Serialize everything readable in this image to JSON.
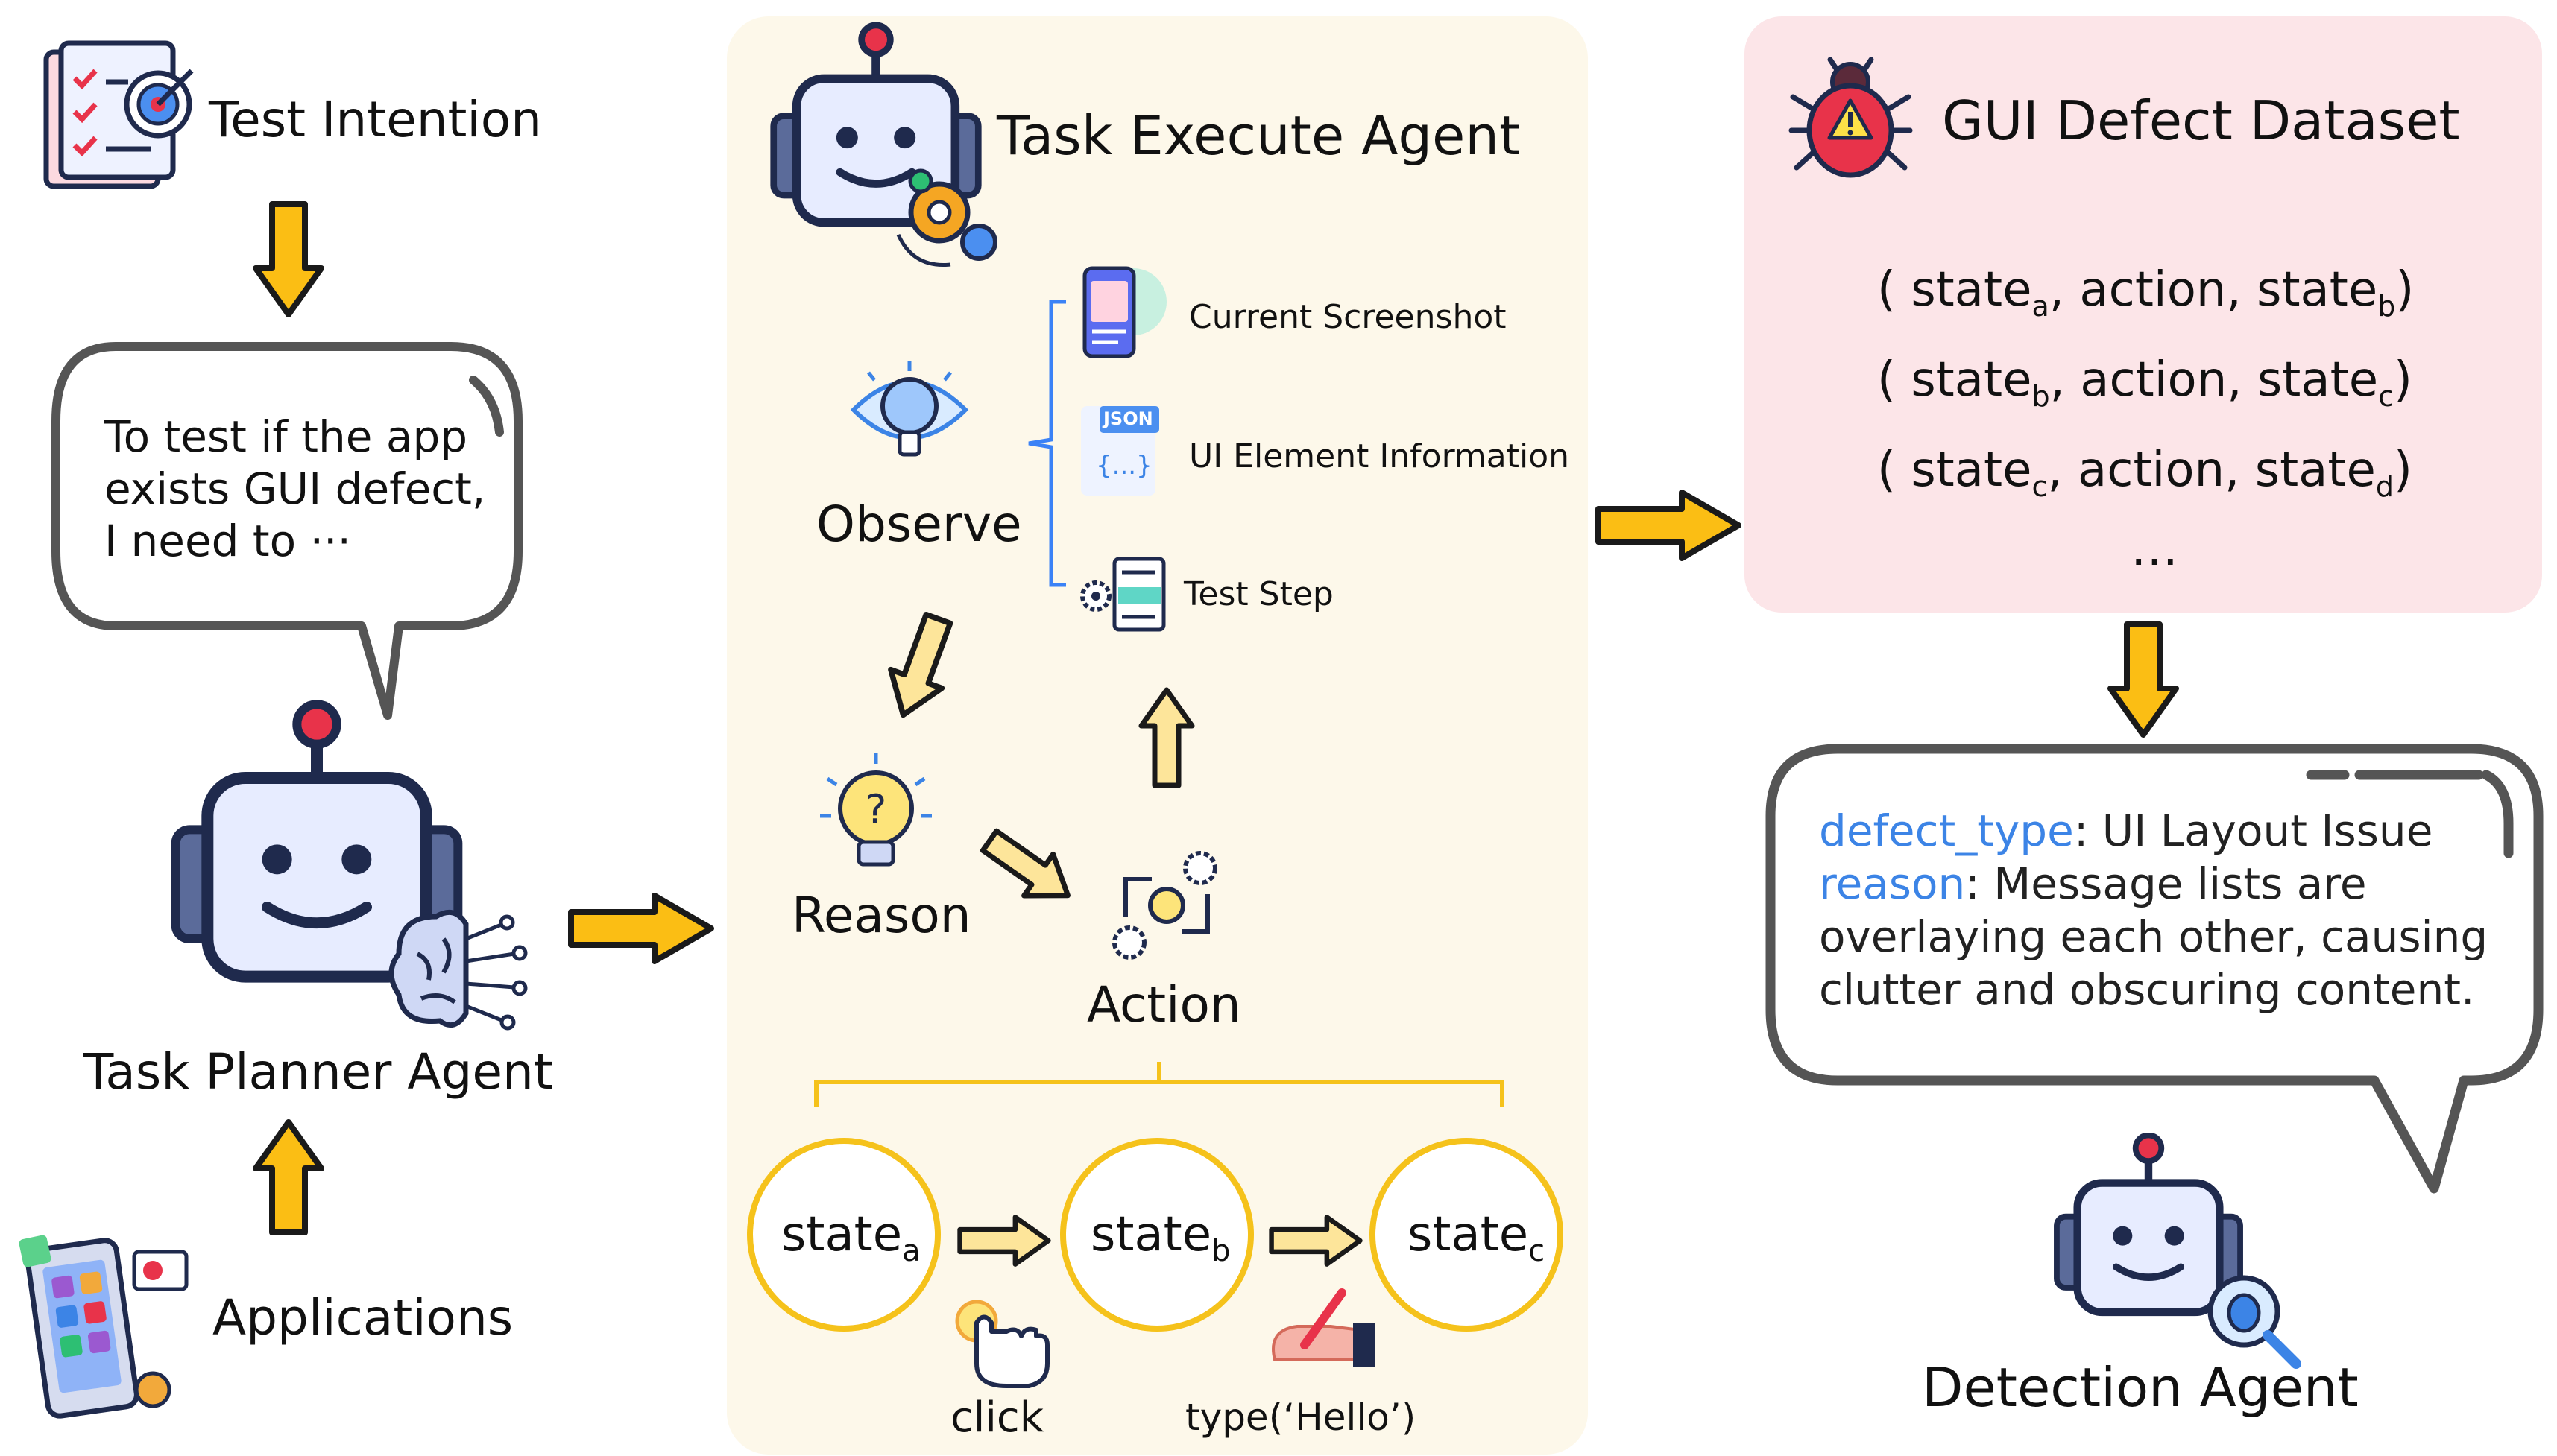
{
  "left": {
    "test_intention": "Test Intention",
    "speech": [
      "To test if the app",
      "exists GUI defect,",
      "I need to ···"
    ],
    "planner_label": "Task Planner Agent",
    "applications": "Applications"
  },
  "middle": {
    "title": "Task Execute Agent",
    "observe": "Observe",
    "reason": "Reason",
    "action": "Action",
    "items": [
      "Current Screenshot",
      "UI Element Information",
      "Test Step"
    ],
    "json_tag": "JSON",
    "json_braces": "{...}",
    "states": [
      {
        "base": "state",
        "sub": "a"
      },
      {
        "base": "state",
        "sub": "b"
      },
      {
        "base": "state",
        "sub": "c"
      }
    ],
    "click_label": "click",
    "type_label": "type(‘Hello’)"
  },
  "right": {
    "title": "GUI Defect Dataset",
    "tuples": [
      {
        "open": "( state",
        "s1": "a",
        "mid": ", action, state",
        "s2": "b",
        "close": ")"
      },
      {
        "open": "( state",
        "s1": "b",
        "mid": ", action, state",
        "s2": "c",
        "close": ")"
      },
      {
        "open": "( state",
        "s1": "c",
        "mid": ", action, state",
        "s2": "d",
        "close": ")"
      }
    ],
    "ellipsis": "…",
    "defect": {
      "key1": "defect_type",
      "val1": ": UI Layout Issue",
      "key2": "reason",
      "val2": ": Message lists are",
      "line3": "overlaying each other, causing",
      "line4": "clutter and obscuring content."
    },
    "detection_label": "Detection Agent"
  },
  "colors": {
    "arrow_fill": "#fbbe14",
    "arrow_stroke": "#1a1a1a",
    "panel_mid_bg": "#fdf8ea",
    "panel_right_bg": "#fce5e8",
    "state_ring": "#f5c21b",
    "robot_body": "#e7ecff",
    "robot_outline": "#1f2a4d",
    "robot_ear": "#5b6b9a",
    "antenna_dot": "#e8334a",
    "accent_blue": "#3c84e6",
    "bracket": "#f5c21b",
    "brace_blue": "#3b82f6"
  },
  "icons": [
    "checklist-target-icon",
    "robot-icon",
    "brain-icon",
    "phone-apps-icon",
    "gear-icon",
    "eye-bulb-icon",
    "phone-screen-icon",
    "json-file-icon",
    "test-step-icon",
    "lightbulb-icon",
    "action-cycle-icon",
    "hand-click-icon",
    "hand-write-icon",
    "bug-icon",
    "magnifier-bug-icon"
  ]
}
